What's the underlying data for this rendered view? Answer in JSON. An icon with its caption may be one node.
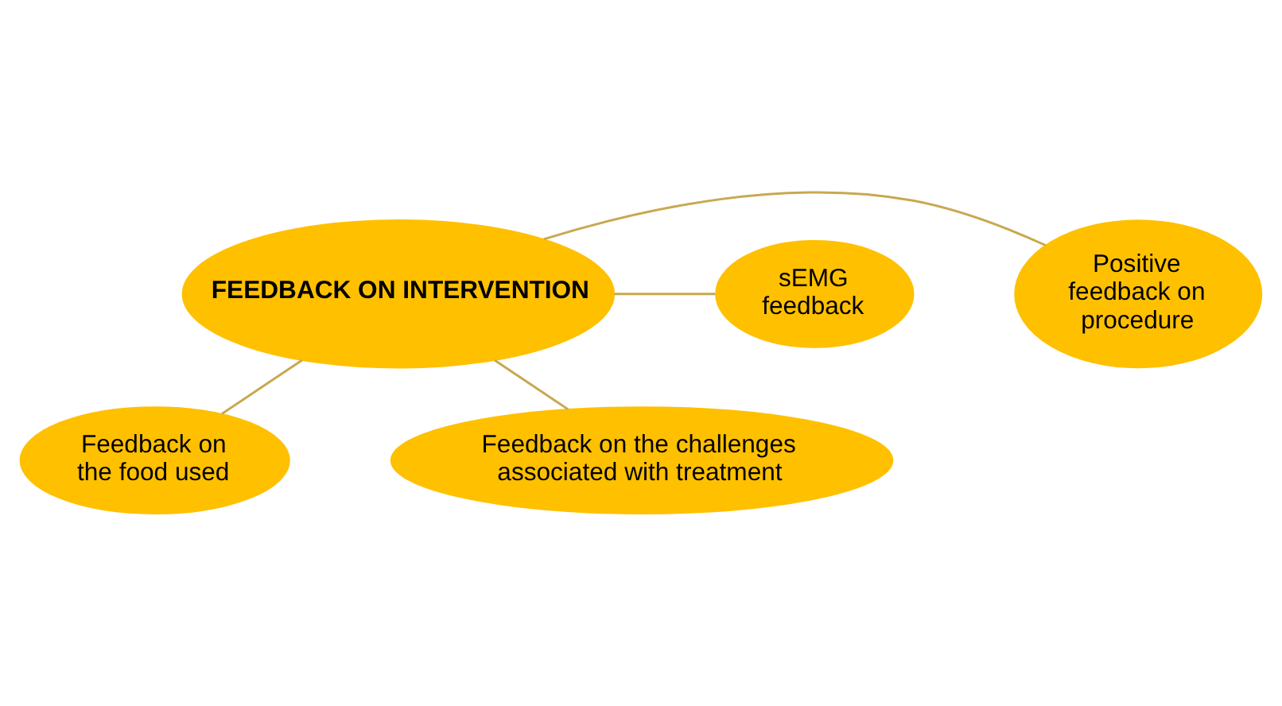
{
  "diagram": {
    "nodes": [
      {
        "text": [
          "Feedback on the food used"
        ]
      },
      {
        "text": [
          "Positive feedback on procedure"
        ]
      },
      {
        "text": [
          "FEEDBACK ON INTERVENTION"
        ]
      },
      {
        "text": [
          "sEMG feedback"
        ]
      },
      {
        "text": [
          "Feedback on the challenges associated with treatment"
        ]
      }
    ],
    "edges": [
      {
        "from": 2,
        "to": 0,
        "arrow": "none"
      },
      {
        "from": 2,
        "to": 1,
        "arrow": "none"
      },
      {
        "from": 2,
        "to": 3,
        "arrow": "none"
      },
      {
        "from": 2,
        "to": 4,
        "arrow": "none"
      }
    ]
  }
}
